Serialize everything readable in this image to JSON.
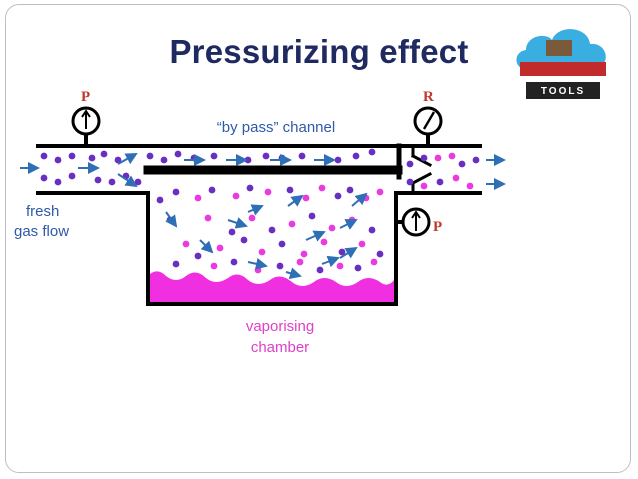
{
  "title": "Pressurizing effect",
  "labels": {
    "bypass_channel": "“by pass” channel",
    "fresh_line1": "fresh",
    "fresh_line2": "gas flow",
    "vapor_line1": "vaporising",
    "vapor_line2": "chamber",
    "gauge_left": "P",
    "gauge_right_top": "R",
    "gauge_right_mid": "P"
  },
  "logo": {
    "text": "TOOLS",
    "icon": "cloud-toolbox-logo"
  },
  "colors": {
    "title": "#1f2a60",
    "channel_walls": "#000000",
    "arrow": "#2f6fb5",
    "purple_molecule": "#6a2fc0",
    "pink_molecule": "#e83ce0",
    "liquid": "#f02fe0",
    "text_blue": "#2f5aa8",
    "text_magenta": "#e040c8",
    "gauge_label": "#c0392b"
  },
  "icons": [
    "pressure-gauge-icon",
    "flow-arrow-icon",
    "molecule-dot-icon"
  ]
}
